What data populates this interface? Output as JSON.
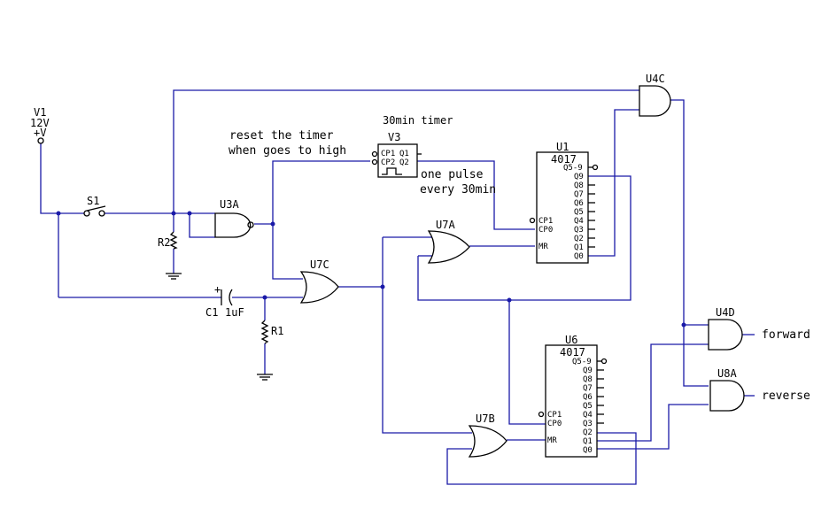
{
  "source": {
    "name": "V1",
    "voltage": "12V",
    "polarity": "+V"
  },
  "switch": {
    "name": "S1"
  },
  "resistors": {
    "r1": "R1",
    "r2": "R2"
  },
  "capacitor": {
    "name": "C1",
    "value": "1uF"
  },
  "timer": {
    "name": "V3",
    "caption": "30min timer",
    "pins": {
      "cp1": "CP1",
      "cp2": "CP2",
      "q1": "Q1",
      "q2": "Q2"
    }
  },
  "gates": {
    "u3a": "U3A",
    "u7a": "U7A",
    "u7b": "U7B",
    "u7c": "U7C",
    "u4c": "U4C",
    "u4d": "U4D",
    "u8a": "U8A"
  },
  "counter_u1": {
    "name": "U1",
    "part": "4017",
    "right_pins": [
      "Q5-9",
      "Q9",
      "Q8",
      "Q7",
      "Q6",
      "Q5",
      "Q4",
      "Q3",
      "Q2",
      "Q1",
      "Q0"
    ],
    "left_pins": [
      "CP1",
      "CP0",
      "MR"
    ]
  },
  "counter_u6": {
    "name": "U6",
    "part": "4017",
    "right_pins": [
      "Q5-9",
      "Q9",
      "Q8",
      "Q7",
      "Q6",
      "Q5",
      "Q4",
      "Q3",
      "Q2",
      "Q1",
      "Q0"
    ],
    "left_pins": [
      "CP1",
      "CP0",
      "MR"
    ]
  },
  "notes": {
    "reset_line1": "reset the timer",
    "reset_line2": "when goes to high",
    "pulse_line1": "one pulse",
    "pulse_line2": "every 30min"
  },
  "outputs": {
    "forward": "forward",
    "reverse": "reverse"
  }
}
